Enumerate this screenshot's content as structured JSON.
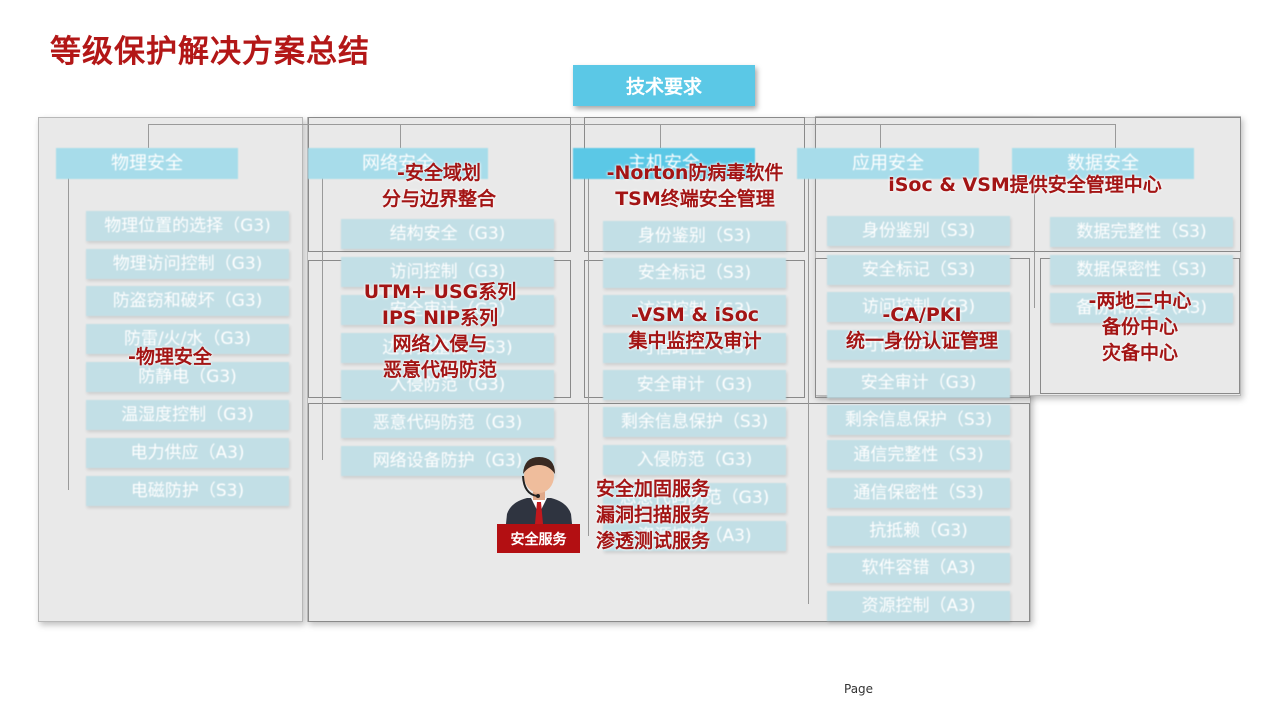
{
  "title": "等级保护解决方案总结",
  "tech_label": "技术要求",
  "headers": {
    "physical": "物理安全",
    "network": "网络安全",
    "host": "主机安全",
    "application": "应用安全",
    "data": "数据安全"
  },
  "physical_items": [
    "物理位置的选择（G3)",
    "物理访问控制（G3)",
    "防盗窃和破坏（G3)",
    "防雷/火/水（G3)",
    "防静电（G3)",
    "温湿度控制（G3)",
    "电力供应（A3)",
    "电磁防护（S3)"
  ],
  "network_items": [
    "结构安全（G3)",
    "访问控制（G3)",
    "安全审计（G3)",
    "边界完整性（S3)",
    "入侵防范（G3)",
    "恶意代码防范（G3)",
    "网络设备防护（G3)"
  ],
  "host_items": [
    "身份鉴别（S3)",
    "安全标记（S3)",
    "访问控制（S3)",
    "可信路径（S3)",
    "安全审计（G3)",
    "剩余信息保护（S3)",
    "入侵防范（G3)",
    "恶意代码防范（G3)",
    "资源控制（A3)"
  ],
  "app_items": [
    "身份鉴别（S3)",
    "安全标记（S3)",
    "访问控制（S3)",
    "可信路径（S3)",
    "安全审计（G3)",
    "剩余信息保护（S3)",
    "通信完整性（S3)",
    "通信保密性（S3)",
    "抗抵赖（G3)",
    "软件容错（A3)",
    "资源控制（A3)"
  ],
  "data_items": [
    "数据完整性（S3)",
    "数据保密性（S3)",
    "备份和恢复（A3)"
  ],
  "overlays": {
    "zone": [
      "-安全域划",
      "分与边界整合"
    ],
    "norton": [
      "-Norton防病毒软件",
      "TSM终端安全管理"
    ],
    "isoc": "iSoc & VSM提供安全管理中心",
    "utm": [
      "UTM+ USG系列",
      "IPS NIP系列",
      "网络入侵与",
      "恶意代码防范"
    ],
    "vsm": [
      "-VSM & iSoc",
      "集中监控及审计"
    ],
    "capki": [
      "-CA/PKI",
      "统一身份认证管理"
    ],
    "dr": [
      "-两地三中心",
      "备份中心",
      "灾备中心"
    ],
    "physical": "-物理安全",
    "services": [
      "安全加固服务",
      "漏洞扫描服务",
      "渗透测试服务"
    ]
  },
  "service_badge": "安全服务",
  "page_label": "Page",
  "colors": {
    "title": "#b31717",
    "accent": "#5bc8e6",
    "overlay_text": "#a31515",
    "badge": "#b30f12"
  }
}
